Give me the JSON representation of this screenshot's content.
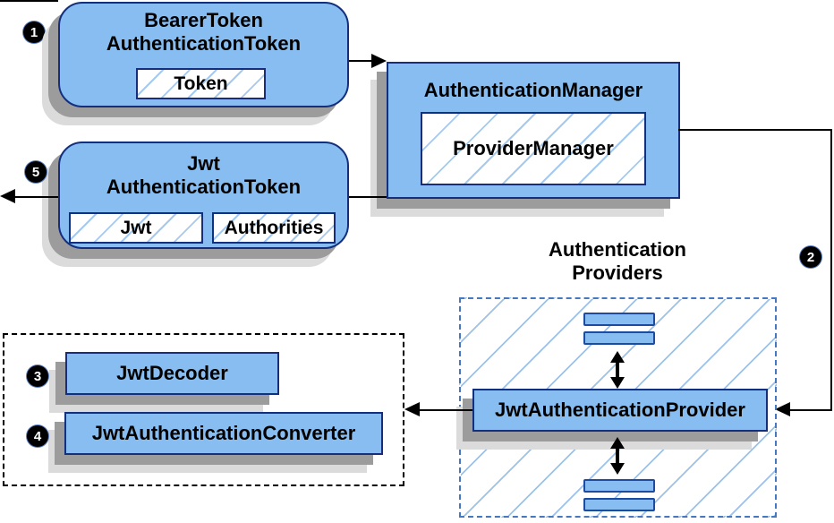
{
  "colors": {
    "node_fill": "#87bdf0",
    "node_border": "#132f7d",
    "hatch_line": "#a5c9ef",
    "providers_dash_border": "#4678c2",
    "black_dash_border": "#000000",
    "shadow_dark": "#9c9c9c",
    "shadow_light": "#dbdbdb",
    "arrow": "#000000",
    "badge_bg": "#000000",
    "badge_text": "#ffffff"
  },
  "steps": [
    {
      "label": "1"
    },
    {
      "label": "2"
    },
    {
      "label": "3"
    },
    {
      "label": "4"
    },
    {
      "label": "5"
    }
  ],
  "nodes": {
    "bearer_token": {
      "title_line1": "BearerToken",
      "title_line2": "AuthenticationToken",
      "field": "Token"
    },
    "authentication_manager": {
      "title": "AuthenticationManager",
      "implementation": "ProviderManager"
    },
    "jwt_authentication_token": {
      "title_line1": "Jwt",
      "title_line2": "AuthenticationToken",
      "field_jwt": "Jwt",
      "field_authorities": "Authorities"
    },
    "authentication_providers": {
      "title_line1": "Authentication",
      "title_line2": "Providers"
    },
    "jwt_authentication_provider": {
      "title": "JwtAuthenticationProvider"
    },
    "jwt_decoder": {
      "title": "JwtDecoder"
    },
    "jwt_authentication_converter": {
      "title": "JwtAuthenticationConverter"
    }
  }
}
